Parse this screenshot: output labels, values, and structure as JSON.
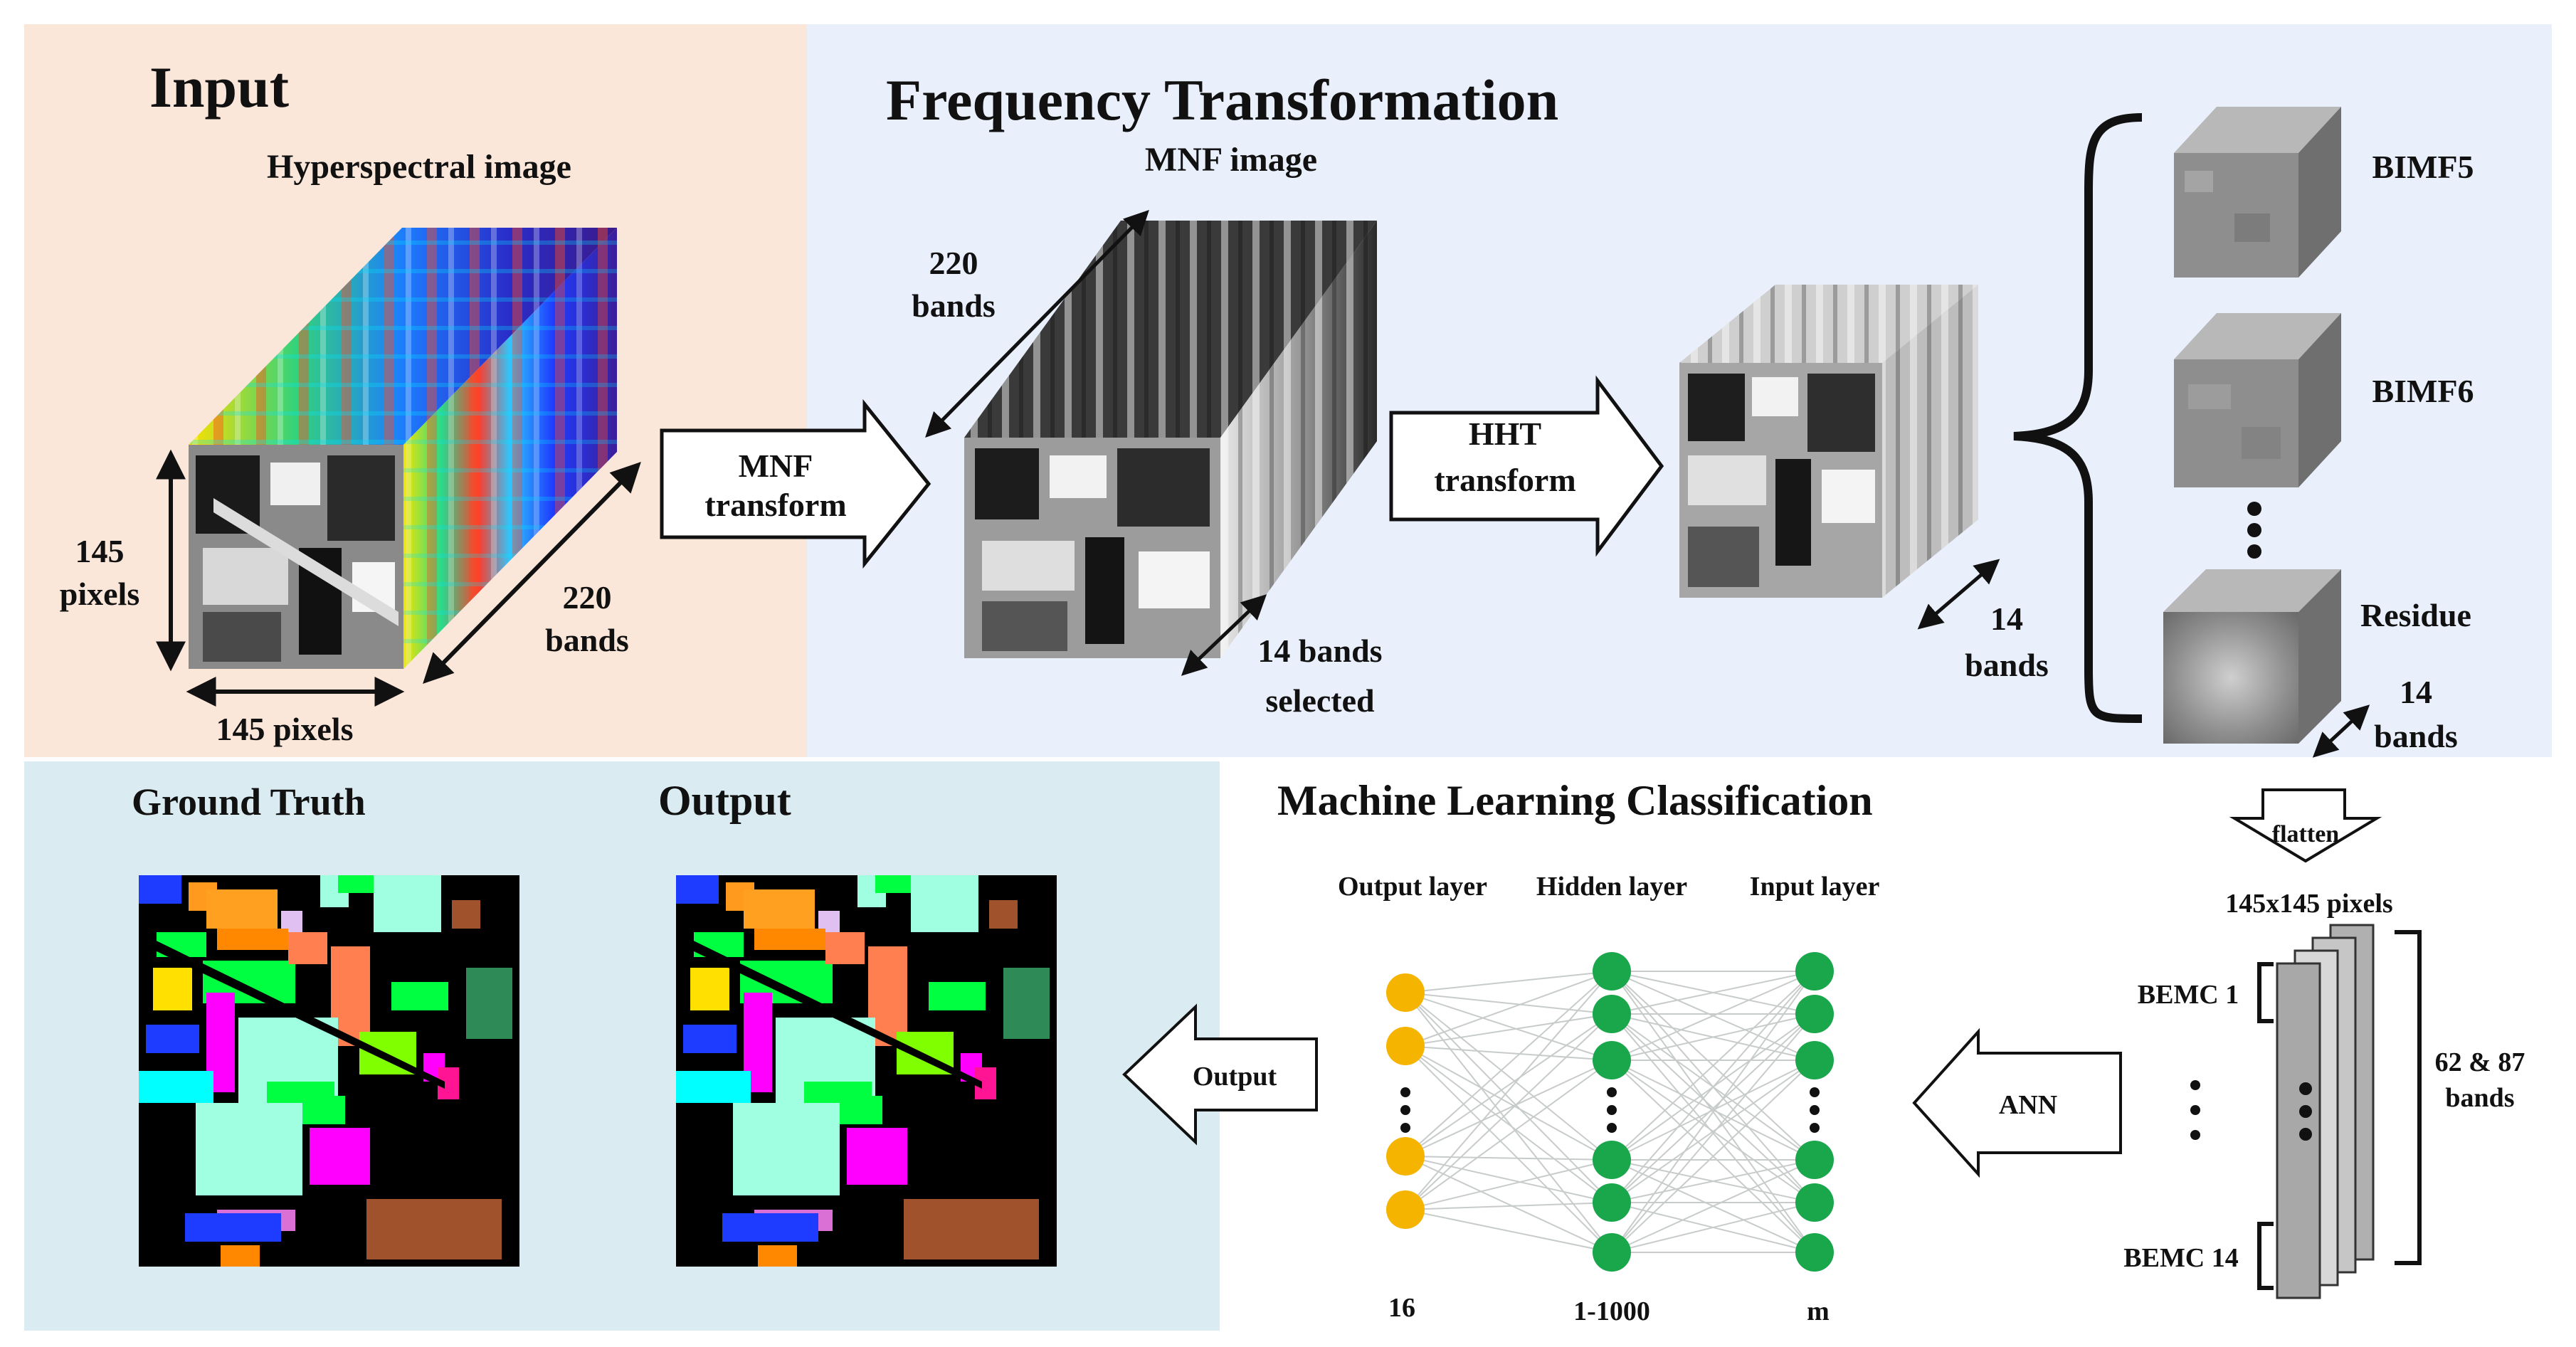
{
  "input": {
    "heading": "Input",
    "cube_title": "Hyperspectral image",
    "height_label_1": "145",
    "height_label_2": "pixels",
    "width_label": "145 pixels",
    "depth_label_1": "220",
    "depth_label_2": "bands"
  },
  "freq": {
    "heading": "Frequency Transformation",
    "mnf_title": "MNF image",
    "mnf_depth_1": "220",
    "mnf_depth_2": "bands",
    "mnf_arrow_1": "MNF",
    "mnf_arrow_2": "transform",
    "selected_1": "14 bands",
    "selected_2": "selected",
    "hht_arrow_1": "HHT",
    "hht_arrow_2": "transform",
    "hht_depth_1": "14",
    "hht_depth_2": "bands",
    "components": [
      "BIMF5",
      "BIMF6",
      "Residue"
    ],
    "residue_depth_1": "14",
    "residue_depth_2": "bands"
  },
  "ml": {
    "heading": "Machine Learning Classification",
    "flatten_label": "flatten",
    "matrix_label": "145x145 pixels",
    "bemc_first": "BEMC 1",
    "bemc_last": "BEMC 14",
    "bands_1": "62 & 87",
    "bands_2": "bands",
    "ann_label": "ANN",
    "layers": {
      "output": "Output layer",
      "hidden": "Hidden layer",
      "input": "Input layer"
    },
    "counts": {
      "output": "16",
      "hidden": "1-1000",
      "input": "m"
    },
    "output_arrow_label": "Output"
  },
  "results": {
    "ground_truth_label": "Ground Truth",
    "output_label": "Output"
  },
  "colors": {
    "input_panel": "#fbe6da",
    "freq_panel": "#e9effb",
    "result_panel": "#daecf1",
    "output_node": "#f4b400",
    "hidden_node": "#1aa64b"
  }
}
